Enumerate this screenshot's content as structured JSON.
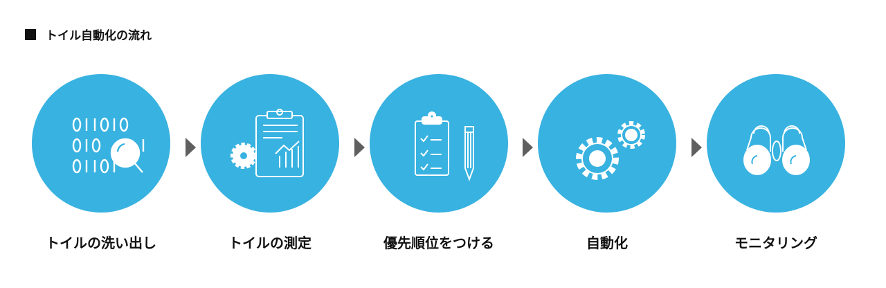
{
  "title": "トイル自動化の流れ",
  "accent": "#38b2e0",
  "steps": [
    {
      "label": "トイルの洗い出し",
      "icon": "binary-search-icon"
    },
    {
      "label": "トイルの測定",
      "icon": "clipboard-chart-gear-icon"
    },
    {
      "label": "優先順位をつける",
      "icon": "checklist-pencil-icon"
    },
    {
      "label": "自動化",
      "icon": "gears-icon"
    },
    {
      "label": "モニタリング",
      "icon": "binoculars-icon"
    }
  ]
}
